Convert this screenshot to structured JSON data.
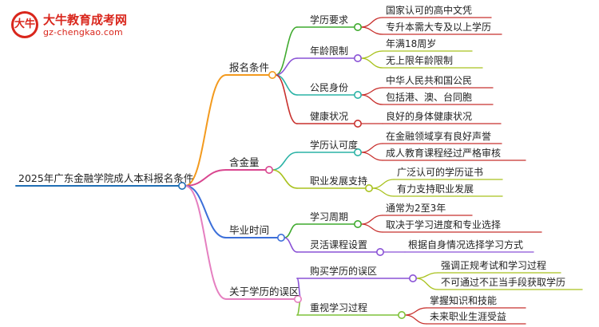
{
  "logo": {
    "badge_char": "大牛",
    "title": "大牛教育成考网",
    "url": "gz-chengkao.com"
  },
  "colors": {
    "root": "#1f6fb5",
    "branch1": "#f39a1e",
    "branch2": "#d9468f",
    "branch3": "#3c6fd9",
    "branch4": "#e57fc0",
    "green": "#3faa2e",
    "purple": "#8a52d6",
    "teal": "#2bb3a6",
    "red": "#c8302d",
    "pink": "#e0609a",
    "yellowgreen": "#a9c21e",
    "lightgreen": "#7fc23a"
  },
  "mindmap": {
    "root": "2025年广东金融学院成人本科报名条件",
    "branches": [
      {
        "label": "报名条件",
        "children": [
          {
            "label": "学历要求",
            "children": [
              "国家认可的高中文凭",
              "专升本需大专及以上学历"
            ]
          },
          {
            "label": "年龄限制",
            "children": [
              "年满18周岁",
              "无上限年龄限制"
            ]
          },
          {
            "label": "公民身份",
            "children": [
              "中华人民共和国公民",
              "包括港、澳、台同胞"
            ]
          },
          {
            "label": "健康状况",
            "children": [
              "良好的身体健康状况"
            ]
          }
        ]
      },
      {
        "label": "含金量",
        "children": [
          {
            "label": "学历认可度",
            "children": [
              "在金融领域享有良好声誉",
              "成人教育课程经过严格审核"
            ]
          },
          {
            "label": "职业发展支持",
            "children": [
              "广泛认可的学历证书",
              "有力支持职业发展"
            ]
          }
        ]
      },
      {
        "label": "毕业时间",
        "children": [
          {
            "label": "学习周期",
            "children": [
              "通常为2至3年",
              "取决于学习进度和专业选择"
            ]
          },
          {
            "label": "灵活课程设置",
            "children": [
              "根据自身情况选择学习方式"
            ]
          }
        ]
      },
      {
        "label": "关于学历的误区",
        "children": [
          {
            "label": "购买学历的误区",
            "children": [
              "强调正规考试和学习过程",
              "不可通过不正当手段获取学历"
            ]
          },
          {
            "label": "重视学习过程",
            "children": [
              "掌握知识和技能",
              "未来职业生涯受益"
            ]
          }
        ]
      }
    ]
  }
}
